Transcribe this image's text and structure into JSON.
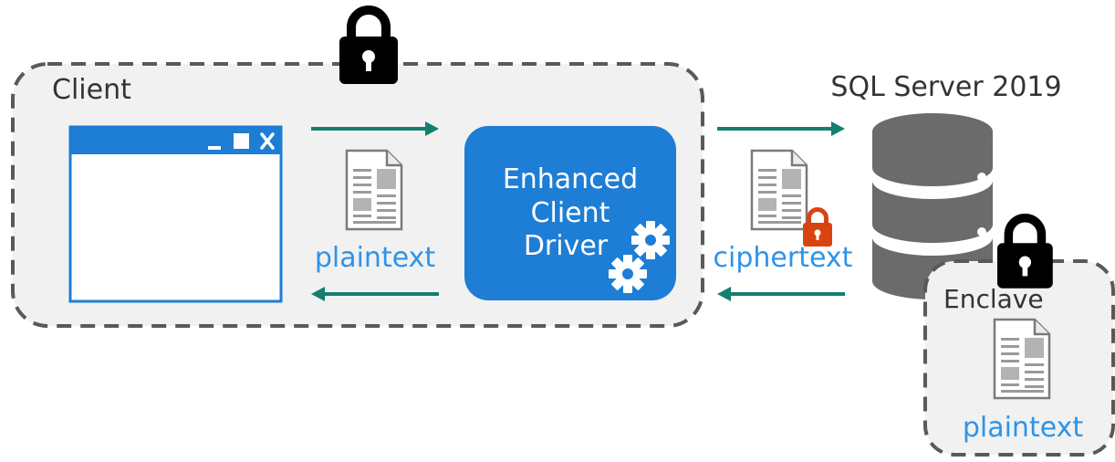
{
  "client": {
    "label": "Client"
  },
  "driver": {
    "line1": "Enhanced",
    "line2": "Client",
    "line3": "Driver"
  },
  "server": {
    "label": "SQL Server 2019"
  },
  "enclave": {
    "label": "Enclave",
    "doc_label": "plaintext"
  },
  "flows": {
    "client_doc_label": "plaintext",
    "wire_doc_label": "ciphertext"
  },
  "icons": {
    "lock": "padlock-icon",
    "document": "document-icon",
    "gear": "gear-icon",
    "database": "database-icon",
    "window": "app-window-icon"
  },
  "colors": {
    "region_fill": "#f1f1f1",
    "region_stroke": "#595959",
    "driver_blue": "#1e7dd4",
    "window_blue": "#1e7dd4",
    "arrow_teal": "#137f6e",
    "label_blue": "#2f93e8",
    "lock_orange": "#d9430f",
    "database_gray": "#6b6b6b"
  }
}
